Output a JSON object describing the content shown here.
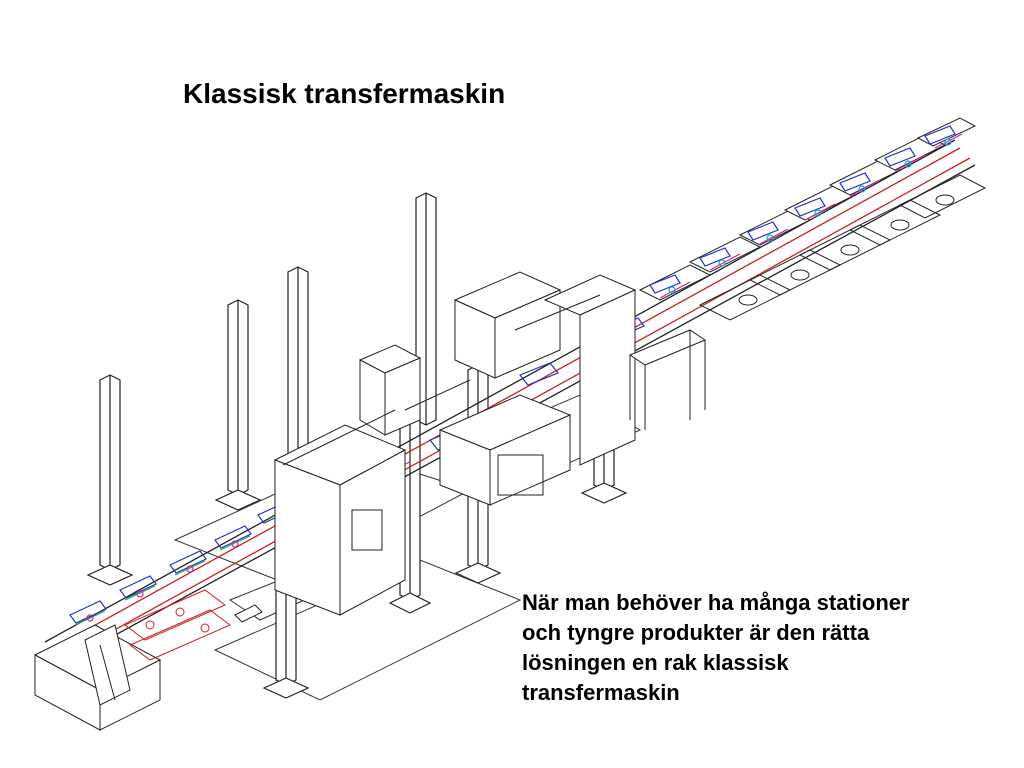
{
  "slide": {
    "title": "Klassisk transfermaskin",
    "caption_lines": [
      "När man behöver ha många stationer",
      "och tyngre produkter är den rätta",
      "lösningen en rak klassisk",
      "transfermaskin"
    ]
  },
  "colors": {
    "line": "#222222",
    "rail": "#cc2222",
    "accent_blue": "#2233cc",
    "accent_cyan": "#00aacc",
    "accent_magenta": "#cc22aa",
    "accent_green": "#22aa44"
  }
}
